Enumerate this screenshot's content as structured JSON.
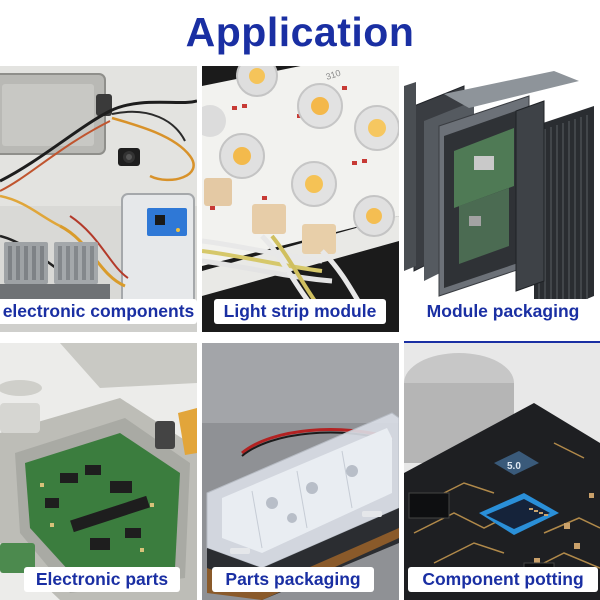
{
  "title": "Application",
  "tiles": [
    {
      "label": "electronic components",
      "icon": "electronic-components-photo"
    },
    {
      "label": "Light strip module",
      "icon": "light-strip-module-photo"
    },
    {
      "label": "Module packaging",
      "icon": "module-packaging-photo"
    },
    {
      "label": "Electronic parts",
      "icon": "electronic-parts-photo"
    },
    {
      "label": "Parts packaging",
      "icon": "parts-packaging-photo"
    },
    {
      "label": "Component potting",
      "icon": "component-potting-photo"
    }
  ],
  "chip_text": "5.0",
  "colors": {
    "accent": "#1a2fa3",
    "label_bg": "#ffffff"
  }
}
